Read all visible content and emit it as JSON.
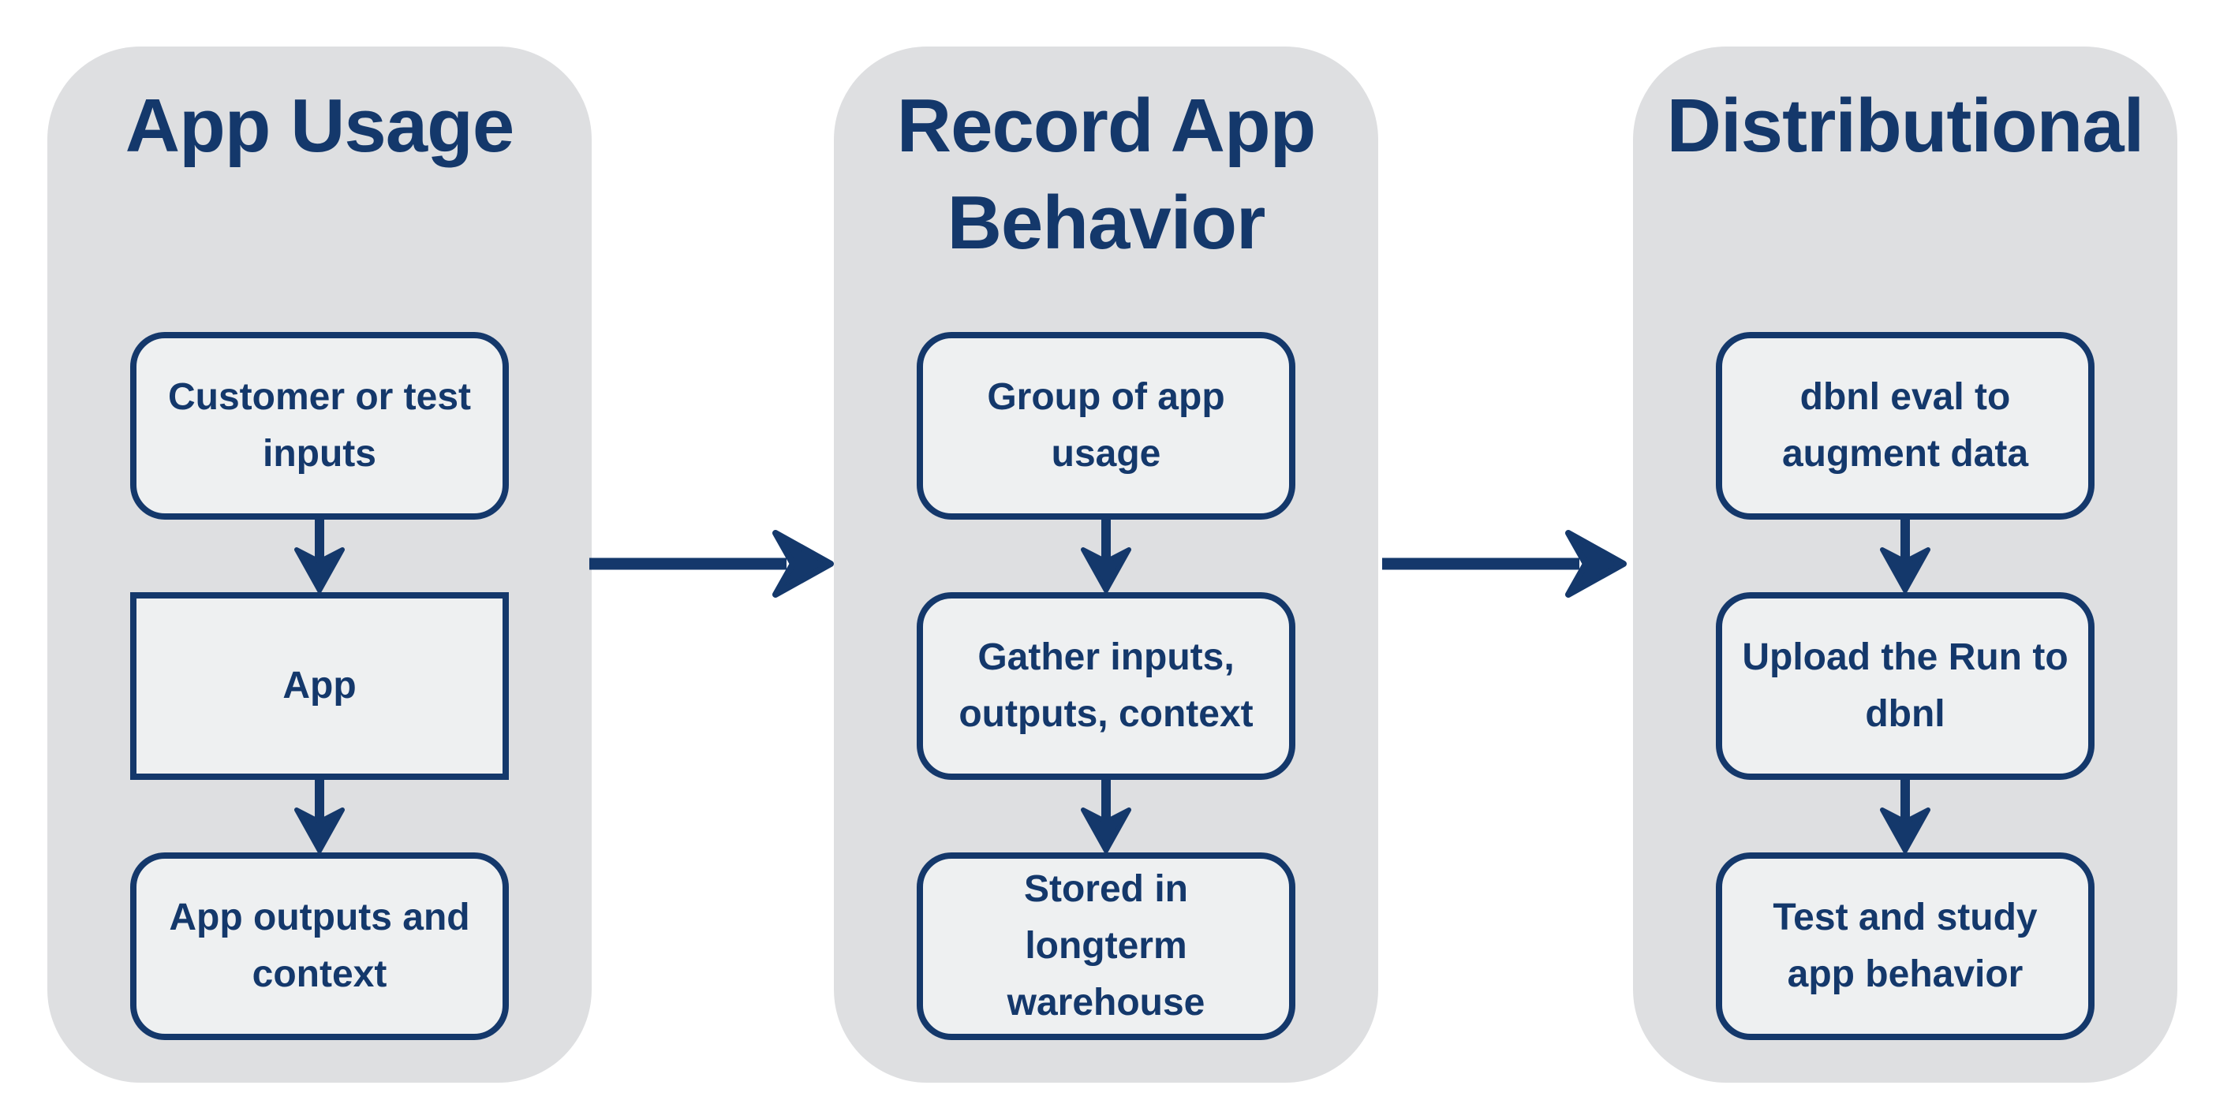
{
  "colors": {
    "navy": "#14386B",
    "panel_bg": "#DEDFE1",
    "box_fill": "#EEF0F1",
    "page_bg": "#FFFFFF"
  },
  "columns": [
    {
      "title": "App Usage",
      "boxes": [
        {
          "label": "Customer or test\ninputs",
          "shape": "rounded"
        },
        {
          "label": "App",
          "shape": "rect"
        },
        {
          "label": "App outputs and\ncontext",
          "shape": "rounded"
        }
      ]
    },
    {
      "title": "Record App\nBehavior",
      "boxes": [
        {
          "label": "Group of app\nusage",
          "shape": "rounded"
        },
        {
          "label": "Gather inputs,\noutputs, context",
          "shape": "rounded"
        },
        {
          "label": "Stored in\nlongterm\nwarehouse",
          "shape": "rounded"
        }
      ]
    },
    {
      "title": "Distributional",
      "boxes": [
        {
          "label": "dbnl eval to\naugment data",
          "shape": "rounded"
        },
        {
          "label": "Upload the Run to\ndbnl",
          "shape": "rounded"
        },
        {
          "label": "Test and study\napp behavior",
          "shape": "rounded"
        }
      ]
    }
  ],
  "flow": {
    "panel_order": "App Usage → Record App Behavior → Distributional",
    "box_order": "top-to-bottom within each panel"
  }
}
